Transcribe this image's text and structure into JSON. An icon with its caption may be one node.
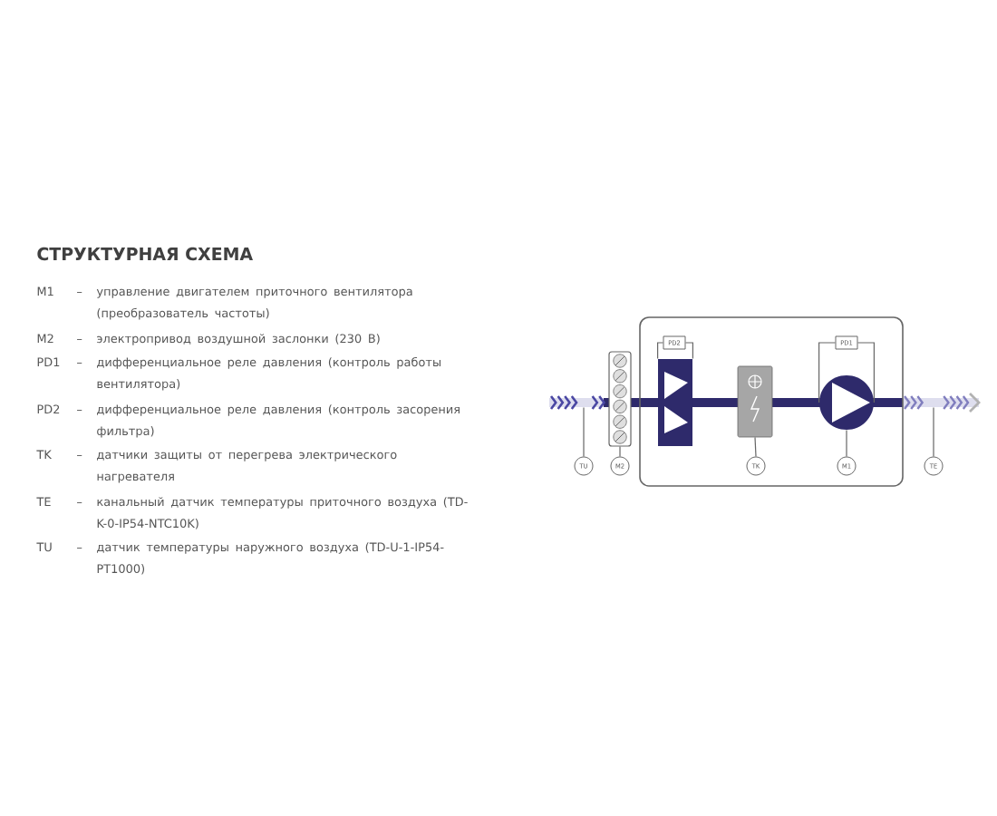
{
  "diagram": {
    "title": "СТРУКТУРНАЯ СХЕМА",
    "nodes": [
      {
        "text": [],
        "shape": "box"
      },
      {
        "text": [],
        "shape": "box"
      },
      {
        "text": [
          "PD2"
        ],
        "in": 1
      },
      {
        "text": [],
        "shape": "box",
        "in": 1
      },
      {
        "text": [],
        "shape": "box",
        "in": 1
      },
      {
        "text": [
          "PD1"
        ],
        "in": 1
      },
      {
        "text": [],
        "shape": "circle",
        "in": 1
      },
      {
        "text": [
          "TU"
        ]
      },
      {
        "text": [
          "M2"
        ]
      },
      {
        "text": [
          "TK"
        ],
        "in": 1
      },
      {
        "text": [
          "M1"
        ],
        "in": 1
      },
      {
        "text": [
          "TE"
        ]
      },
      {
        "text": [],
        "shape": "bar"
      }
    ],
    "edges": [
      {
        "from": 7,
        "to": 12,
        "arrow": "none"
      },
      {
        "from": 8,
        "to": 0,
        "arrow": "none"
      },
      {
        "from": 9,
        "to": 4,
        "arrow": "none"
      },
      {
        "from": 10,
        "to": 6,
        "arrow": "none"
      },
      {
        "from": 11,
        "to": 12,
        "arrow": "none"
      },
      {
        "from": 2,
        "to": 3,
        "arrow": "none"
      },
      {
        "from": 2,
        "to": 3,
        "arrow": "none"
      },
      {
        "from": 5,
        "to": 6,
        "arrow": "none"
      },
      {
        "from": 5,
        "to": 6,
        "arrow": "none"
      }
    ],
    "labels": [
      "M1",
      "–",
      "управление двигателем приточного вентилятора (преобразователь частоты)",
      "M2",
      "–",
      "электропривод воздушной заслонки (230 В)",
      "PD1",
      "–",
      "дифференциальное реле давления (контроль работы вентилятора)",
      "PD2",
      "–",
      "дифференциальное реле давления (контроль засорения фильтра)",
      "TK",
      "–",
      "датчики защиты от перегрева электрического нагревателя",
      "TE",
      "–",
      "канальный датчик температуры приточного воздуха (TD-K-0-IP54-NTC10K)",
      "TU",
      "–",
      "датчик температуры наружного воздуха (TD-U-1-IP54-PT1000)"
    ]
  }
}
